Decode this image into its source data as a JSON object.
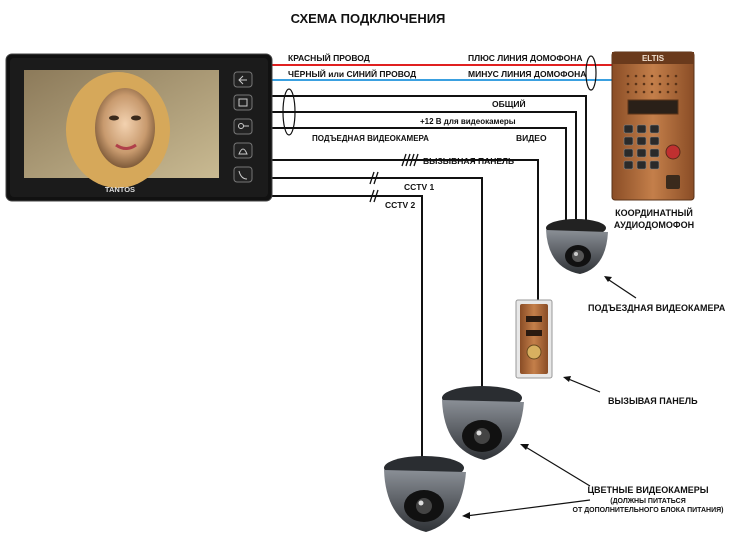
{
  "title": "СХЕМА ПОДКЛЮЧЕНИЯ",
  "monitor": {
    "brand": "TANTOS"
  },
  "intercom": {
    "brand": "ELTIS"
  },
  "wires": {
    "red": "КРАСНЫЙ  ПРОВОД",
    "black": "ЧЁРНЫЙ или СИНИЙ  ПРОВОД",
    "plus": "ПЛЮС  ЛИНИЯ ДОМОФОНА",
    "minus": "МИНУС  ЛИНИЯ ДОМОФОНА",
    "common": "ОБЩИЙ",
    "power12": "+12 В для видеокамеры",
    "entrance_cam": "ПОДЪЕДНАЯ ВИДЕОКАМЕРА",
    "video": "ВИДЕО",
    "call_panel": "ВЫЗЫВНАЯ ПАНЕЛЬ",
    "cctv1": "CCTV 1",
    "cctv2": "CCTV 2"
  },
  "labels": {
    "intercom_1": "КООРДИНАТНЫЙ",
    "intercom_2": "АУДИОДОМОФОН",
    "entrance_camera": "ПОДЪЕЗДНАЯ ВИДЕОКАМЕРА",
    "call_panel": "ВЫЗЫВАЯ ПАНЕЛЬ",
    "color_cams_1": "ЦВЕТНЫЕ ВИДЕОКАМЕРЫ",
    "color_cams_2": "(ДОЛЖНЫ ПИТАТЬСЯ",
    "color_cams_3": "ОТ ДОПОЛНИТЕЛЬНОГО БЛОКА ПИТАНИЯ)"
  },
  "colors": {
    "red_wire": "#e02020",
    "blue_wire": "#3aa0e0",
    "wire": "#111111",
    "panel": "#b06a3a"
  }
}
